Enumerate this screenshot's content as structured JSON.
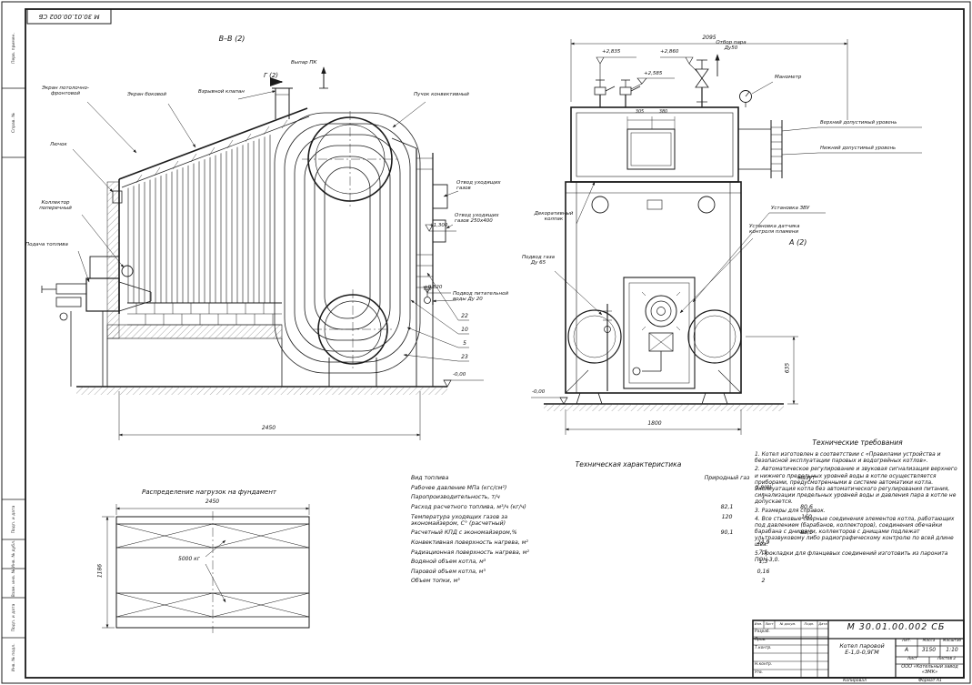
{
  "sheet": {
    "doc_number_stamp": "М 30.01.00.002 СБ",
    "copied": "Копировал",
    "format": "Формат А1"
  },
  "frame_labels": [
    "Перв. примен.",
    "Справ. №",
    "Подп. и дата",
    "Инв. № дубл.",
    "Взам. инв. №",
    "Подп. и дата",
    "Инв. № подл."
  ],
  "side_view": {
    "title": "В–В (2)",
    "screen_front": "Экран потолочно-\nфронтовой",
    "screen_side": "Экран боковой",
    "explosion_valve": "Взрывной клапан",
    "section_g": "Г (2)",
    "vypar": "Выпар ПК",
    "conv_bundle": "Пучок конвективный",
    "hatch_door": "Лючок",
    "collector": "Коллектор\nпоперечный",
    "fuel_supply": "Подача топлива",
    "flue_out_1": "Отвод уходящих\nгазов",
    "flue_out_2": "Отвод уходящих\nгазов 250х400",
    "lvl_1300": "+1,300",
    "lvl_0820": "+0,820",
    "feed_water": "Подвод питательной\nводы  Ду 20",
    "pos": [
      "22",
      "10",
      "5",
      "23"
    ],
    "dim_2450": "2450",
    "lvl_zero": "-0,00"
  },
  "front_view": {
    "title": "А (2)",
    "dim_2095": "2095",
    "lvl_2835": "+2,835",
    "lvl_2860": "+2,860",
    "lvl_2585": "+2,585",
    "steam_out": "Отбор пара\nДу50",
    "manometer": "Манометр",
    "dim_305": "305",
    "dim_380": "380",
    "upper_level": "Верхний допустимый уровень",
    "lower_level": "Нижний допустимый уровень",
    "cap": "Декоративный\nколпак",
    "zvu": "Установка ЗВУ",
    "flame_sensor": "Установка датчика\nконтроля пламени",
    "gas_supply": "Подвод газа\nДу 65",
    "lvl_zero": "-0,00",
    "dim_1800": "1800",
    "dim_635": "635"
  },
  "foundation": {
    "title": "Распределение нагрузок на фундамент",
    "dim_2450": "2450",
    "load": "5000 кг",
    "dim_1186": "1186"
  },
  "tech": {
    "title": "Техническая характеристика",
    "rows": [
      {
        "label": "Вид топлива",
        "gas": "Природный газ",
        "mazut": "мазут",
        "common": ""
      },
      {
        "label": "Рабочее давление МПа (кгс/см²)",
        "gas": "",
        "mazut": "",
        "common": "0,8(8)"
      },
      {
        "label": "Паропроизводительность, т/ч",
        "gas": "",
        "mazut": "",
        "common": "1"
      },
      {
        "label": "Расход расчетного топлива, м³/ч (кг/ч)",
        "gas": "82,1",
        "mazut": "80,6",
        "common": ""
      },
      {
        "label": "Температура уходящих газов за\nэкономайзером, С° (расчетный)",
        "gas": "120",
        "mazut": "160",
        "common": ""
      },
      {
        "label": "Расчетный КПД с экономайзером,%",
        "gas": "90,1",
        "mazut": "88,1",
        "common": ""
      },
      {
        "label": "Конвективная поверхность нагрева, м²",
        "gas": "",
        "mazut": "",
        "common": "24,9"
      },
      {
        "label": "Радиационная поверхность нагрева, м²",
        "gas": "",
        "mazut": "",
        "common": "7,1"
      },
      {
        "label": "Водяной объем котла, м³",
        "gas": "",
        "mazut": "",
        "common": "1,3"
      },
      {
        "label": "Паровой объем котла, м³",
        "gas": "",
        "mazut": "",
        "common": "0,16"
      },
      {
        "label": "Объем топки, м³",
        "gas": "",
        "mazut": "",
        "common": "2"
      }
    ]
  },
  "requirements": {
    "title": "Технические требования",
    "items": [
      "1. Котел изготовлен в соответствии с «Правилами устройства и безопасной эксплуатации паровых и водогрейных котлов».",
      "2. Автоматическое регулирование и звуковая сигнализация верхнего и нижнего предельных уровней воды в котле осуществляется приборами, предусмотренными в системе автоматики котла. Эксплуатация котла без автоматического регулирования питания, сигнализации предельных уровней воды и давления пара в котле не допускается.",
      "3. Размеры для справок.",
      "4. Все стыковые сварные соединения элементов котла, работающих под давлением (барабанов, коллекторов), соединения обечайки барабана с днищами, коллекторов с днищами подлежат ультразвуковому либо радиографическому контролю по всей длине шва.",
      "5. Прокладки для фланцевых соединений изготовить из паронита ПОН-3,0."
    ]
  },
  "title_block": {
    "doc_number": "М 30.01.00.002 СБ",
    "name": "Котел паровой\nЕ-1,0-0,9ГМ",
    "lit_label": "Лит.",
    "lit": "А",
    "mass_label": "Масса",
    "mass": "3150",
    "scale_label": "Масштаб",
    "scale": "1:10",
    "sheet_label": "Лист",
    "sheets_label": "Листов 2",
    "company": "ООО «Котельный завод «ЭМК»",
    "header": [
      "Изм.",
      "Лист",
      "№ докум.",
      "Подп.",
      "Дата"
    ],
    "row_labels": [
      "Разраб.",
      "Пров.",
      "Т.контр.",
      "Н.контр.",
      "Утв."
    ]
  }
}
